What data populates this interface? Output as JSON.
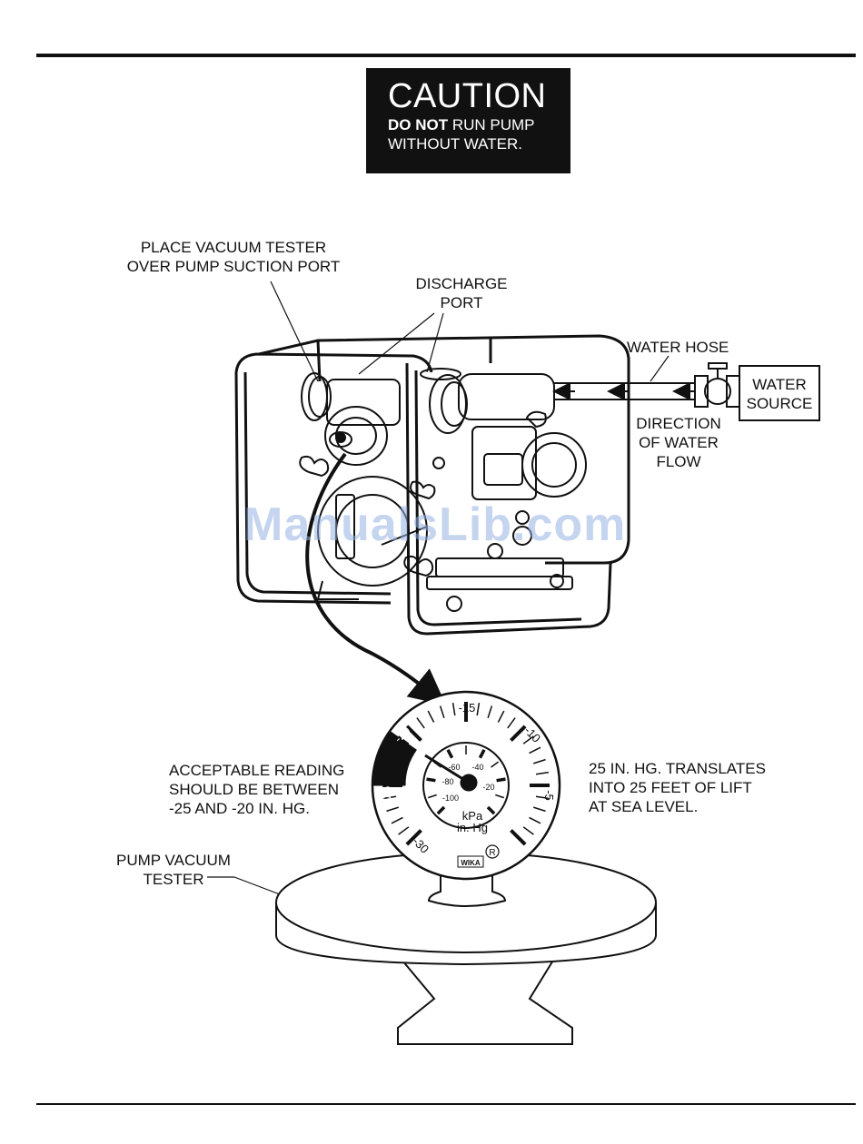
{
  "caution": {
    "title": "CAUTION",
    "line1_bold": "DO NOT",
    "line1_rest": " RUN PUMP",
    "line2": "WITHOUT WATER."
  },
  "labels": {
    "vacuum_tester_l1": "PLACE VACUUM TESTER",
    "vacuum_tester_l2": "OVER PUMP SUCTION PORT",
    "discharge_l1": "DISCHARGE",
    "discharge_l2": "PORT",
    "water_hose": "WATER HOSE",
    "water_source_l1": "WATER",
    "water_source_l2": "SOURCE",
    "direction_l1": "DIRECTION",
    "direction_l2": "OF WATER",
    "direction_l3": "FLOW",
    "acceptable_l1": "ACCEPTABLE READING",
    "acceptable_l2": "SHOULD BE BETWEEN",
    "acceptable_l3": "-25 AND -20 IN. HG.",
    "translates_l1": "25 IN. HG. TRANSLATES",
    "translates_l2": "INTO 25 FEET OF LIFT",
    "translates_l3": "AT SEA LEVEL.",
    "tester_l1": "PUMP VACUUM",
    "tester_l2": "TESTER"
  },
  "gauge": {
    "outer_ticks": [
      "-30",
      "-25",
      "-20",
      "-15",
      "-10",
      "-5"
    ],
    "inner_ticks": [
      "-100",
      "-80",
      "-60",
      "-40",
      "-20"
    ],
    "unit_kpa": "kPa",
    "unit_inhg": "in. Hg",
    "brand": "WIKA",
    "registered": "R"
  },
  "watermark": "ManualsLib.com",
  "colors": {
    "ink": "#111111",
    "paper": "#ffffff",
    "watermark": "#96b2e1"
  }
}
